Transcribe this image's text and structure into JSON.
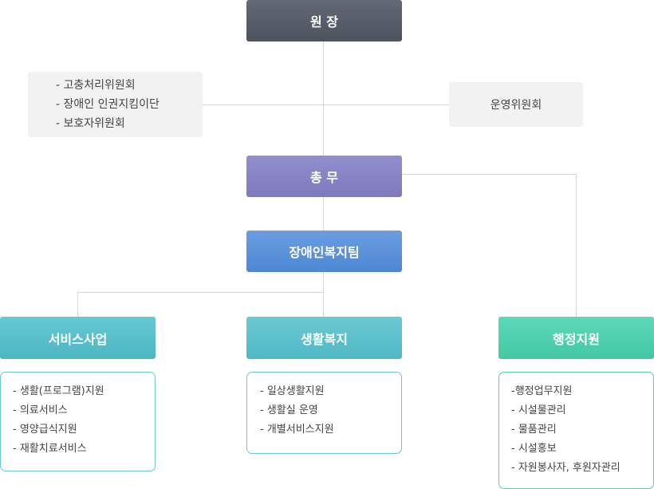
{
  "director": "원 장",
  "committees_left": [
    "- 고충처리위원회",
    "- 장애인 인권지킴이단",
    "- 보호자위원회"
  ],
  "committee_right": "운영위원회",
  "general_affairs": "총 무",
  "team": "장애인복지팀",
  "departments": [
    {
      "title": "서비스사업",
      "items": [
        "- 생활(프로그램)지원",
        "- 의료서비스",
        "- 영양급식지원",
        "- 재활치료서비스"
      ]
    },
    {
      "title": "생활복지",
      "items": [
        "- 일상생활지원",
        "- 생활실 운영",
        "- 개별서비스지원"
      ]
    },
    {
      "title": "행정지원",
      "items": [
        "-행정업무지원",
        "- 시설물관리",
        "- 물품관리",
        "- 시설홍보",
        "- 자원봉사자, 후원자관리"
      ]
    }
  ],
  "colors": {
    "director": "#545a66",
    "general_affairs": "#8783c6",
    "team": "#5a8fd6",
    "service": "#55bfca",
    "living": "#5abfcc",
    "admin": "#4fcfae"
  }
}
